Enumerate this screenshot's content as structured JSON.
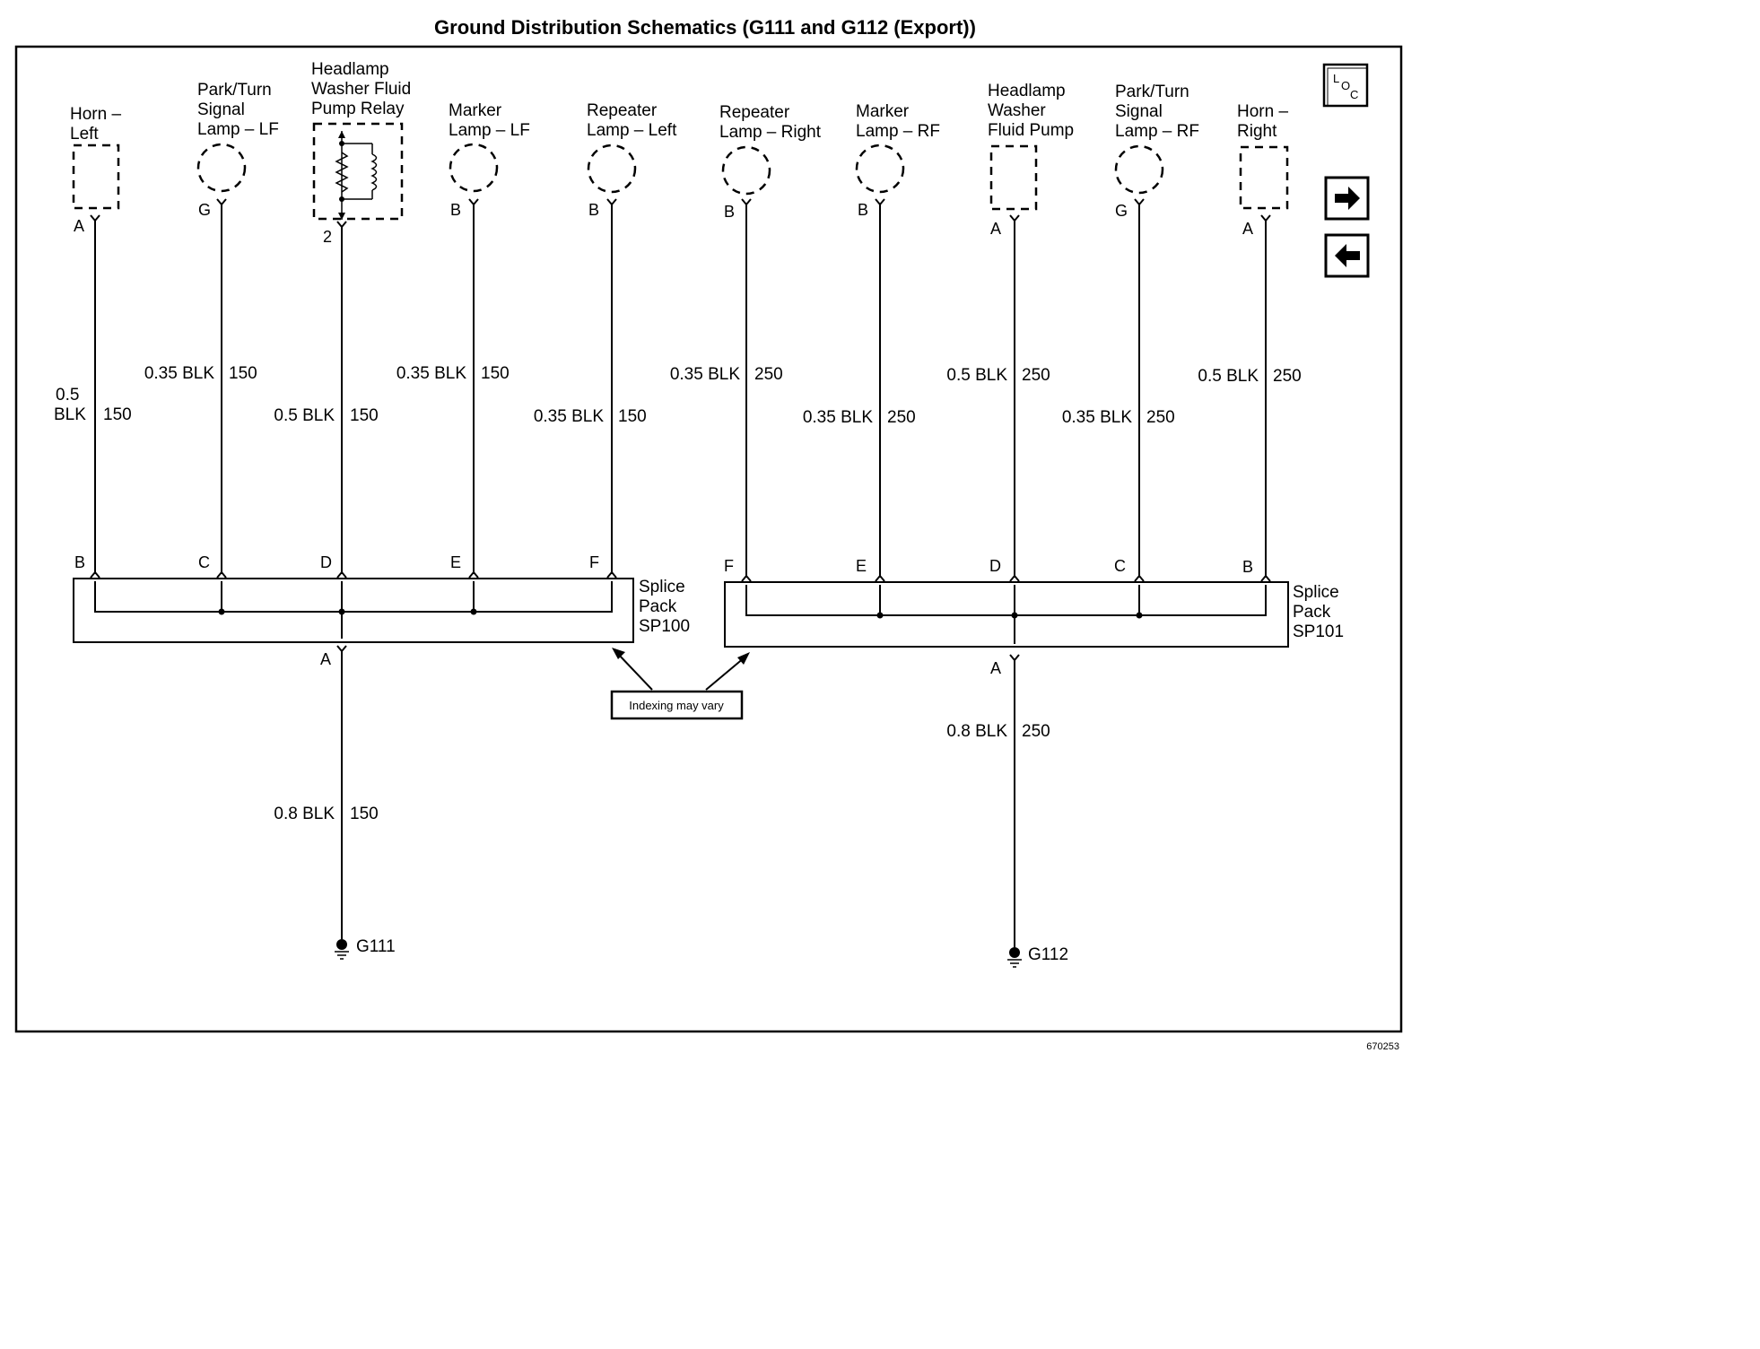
{
  "title": "Ground Distribution Schematics (G111 and G112 (Export))",
  "diagram_id": "670253",
  "loc_icon_text": {
    "l": "L",
    "o": "O",
    "c": "C"
  },
  "icons": [
    "loc-icon",
    "next-arrow-icon",
    "previous-arrow-icon",
    "ground-symbol-icon",
    "resistor-icon",
    "coil-icon"
  ],
  "components": [
    {
      "id": "horn-left",
      "lines": [
        "Horn –",
        "Left"
      ],
      "pin_top": "A",
      "wire_size": "0.5 BLK",
      "wire_size_lines": [
        "0.5",
        "BLK"
      ],
      "circuit": "150",
      "splice_pin": "B"
    },
    {
      "id": "park-turn-lf",
      "lines": [
        "Park/Turn",
        "Signal",
        "Lamp – LF"
      ],
      "pin_top": "G",
      "wire_size": "0.35 BLK",
      "circuit": "150",
      "splice_pin": "C"
    },
    {
      "id": "headlamp-washer-relay",
      "lines": [
        "Headlamp",
        "Washer Fluid",
        "Pump Relay"
      ],
      "pin_top": "2",
      "wire_size": "0.5 BLK",
      "circuit": "150",
      "splice_pin": "D"
    },
    {
      "id": "marker-lf",
      "lines": [
        "Marker",
        "Lamp – LF"
      ],
      "pin_top": "B",
      "wire_size": "0.35 BLK",
      "circuit": "150",
      "splice_pin": "E"
    },
    {
      "id": "repeater-left",
      "lines": [
        "Repeater",
        "Lamp – Left"
      ],
      "pin_top": "B",
      "wire_size": "0.35 BLK",
      "circuit": "150",
      "splice_pin": "F"
    },
    {
      "id": "repeater-right",
      "lines": [
        "Repeater",
        "Lamp – Right"
      ],
      "pin_top": "B",
      "wire_size": "0.35 BLK",
      "circuit": "250",
      "splice_pin": "F"
    },
    {
      "id": "marker-rf",
      "lines": [
        "Marker",
        "Lamp – RF"
      ],
      "pin_top": "B",
      "wire_size": "0.35 BLK",
      "circuit": "250",
      "splice_pin": "E"
    },
    {
      "id": "headlamp-washer-pump",
      "lines": [
        "Headlamp",
        "Washer",
        "Fluid Pump"
      ],
      "pin_top": "A",
      "wire_size": "0.5 BLK",
      "circuit": "250",
      "splice_pin": "D"
    },
    {
      "id": "park-turn-rf",
      "lines": [
        "Park/Turn",
        "Signal",
        "Lamp – RF"
      ],
      "pin_top": "G",
      "wire_size": "0.35 BLK",
      "circuit": "250",
      "splice_pin": "C"
    },
    {
      "id": "horn-right",
      "lines": [
        "Horn –",
        "Right"
      ],
      "pin_top": "A",
      "wire_size": "0.5 BLK",
      "circuit": "250",
      "splice_pin": "B"
    }
  ],
  "splice_packs": [
    {
      "id": "sp100",
      "lines": [
        "Splice",
        "Pack",
        "SP100"
      ],
      "pin_out": "A",
      "wire_size": "0.8 BLK",
      "circuit": "150",
      "ground": "G111"
    },
    {
      "id": "sp101",
      "lines": [
        "Splice",
        "Pack",
        "SP101"
      ],
      "pin_out": "A",
      "wire_size": "0.8 BLK",
      "circuit": "250",
      "ground": "G112"
    }
  ],
  "note": "Indexing may vary"
}
